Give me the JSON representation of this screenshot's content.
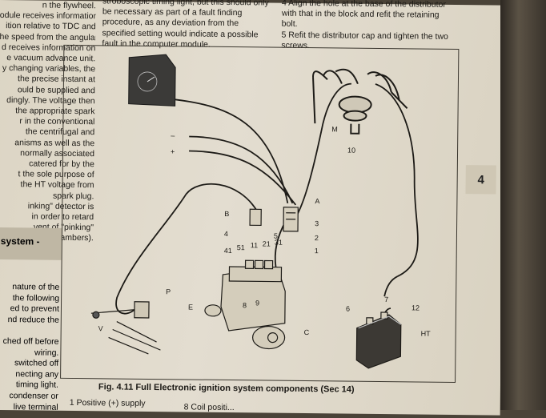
{
  "left_column": [
    "n the flywheel.",
    "odule receives information",
    "ition relative to TDC and",
    "he speed from the angular",
    "d receives information on",
    "e vacuum advance unit.",
    "y changing variables, the",
    "the precise instant at",
    "ould be supplied and",
    "dingly. The voltage then",
    "the appropriate spark",
    "r in the conventional",
    "the centrifugal and",
    "anisms as well as the",
    "normally associated",
    "catered for by the",
    "t the sole purpose of",
    "the HT voltage from",
    "spark plug.",
    "inking\" detector is",
    "in order to retard",
    "vent of \"pinking\"",
    "on chambers)."
  ],
  "section_heading": "system -",
  "left_lower": [
    "nature of the",
    "the following",
    "ed to prevent",
    "nd reduce the",
    "",
    "ched off before",
    "wiring.",
    "switched off",
    "necting any",
    "timing light.",
    "condenser or",
    "live terminal"
  ],
  "middle_column": [
    "stroboscopic timing light, but this should only",
    "be necessary as part of a fault finding",
    "procedure, as any deviation from the",
    "specified setting would indicate a possible",
    "fault in the computer module."
  ],
  "right_column": [
    "4  Align the hole at the base of the distributor",
    "with that in the block and refit the retaining",
    "bolt.",
    "5  Refit the distributor cap and tighten the two",
    "screws."
  ],
  "chapter_tab": "4",
  "figure": {
    "caption": "Fig. 4.11  Full Electronic ignition system components (Sec 14)",
    "legend_1": "1  Positive (+) supply",
    "legend_2": "8  Coil positi...",
    "labels": {
      "minus": "–",
      "plus": "+",
      "A": "A",
      "B": "B",
      "n3": "3",
      "n2": "2",
      "n1": "1",
      "n4": "4",
      "n5": "5",
      "n41": "41",
      "n51": "51",
      "n11": "11",
      "n21": "21",
      "n31": "31",
      "P": "P",
      "E": "E",
      "C": "C",
      "V": "V",
      "n8": "8",
      "n9": "9",
      "M": "M",
      "n10": "10",
      "n6": "6",
      "n7": "7",
      "n12": "12",
      "HT": "HT"
    }
  }
}
